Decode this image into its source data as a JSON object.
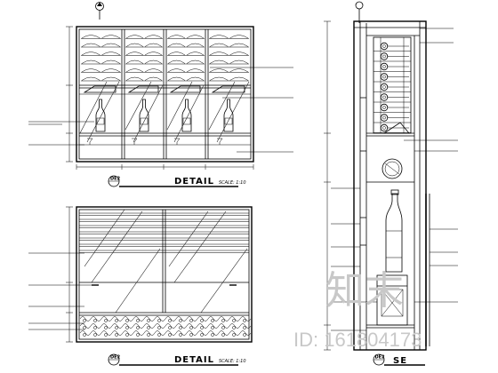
{
  "panels": {
    "top_left": {
      "tag": "DE2",
      "title": "DETAIL",
      "scale": "SCALE: 1:10"
    },
    "bottom_left": {
      "tag": "DE2",
      "title": "DETAIL",
      "scale": "SCALE: 1:10"
    },
    "right": {
      "tag": "DE2",
      "title": "SE"
    }
  },
  "watermark": {
    "brand": "知末",
    "id_text": "ID: 161804173"
  },
  "colors": {
    "ink": "#000000",
    "watermark": "#c8c8c8",
    "background": "#ffffff"
  }
}
